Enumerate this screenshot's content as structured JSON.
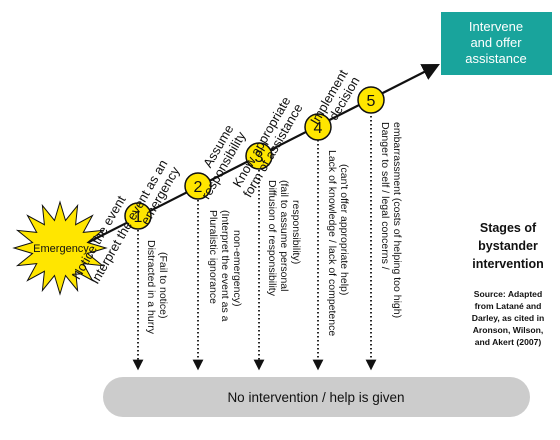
{
  "emergency": {
    "label": "Emergency",
    "color": "#ffe600"
  },
  "final_box": {
    "lines": [
      "Intervene",
      "and offer",
      "assistance"
    ],
    "color": "#19a49c"
  },
  "stages": [
    {
      "number": "1",
      "lines": [
        "Notice the event"
      ]
    },
    {
      "number": "2",
      "lines": [
        "Interpret the event as an",
        "emergency"
      ]
    },
    {
      "number": "3",
      "lines": [
        "Assume",
        "responsibility"
      ]
    },
    {
      "number": "4",
      "lines": [
        "Know appropriate",
        "form of assistance"
      ]
    },
    {
      "number": "5",
      "lines": [
        "Implement",
        "decision"
      ]
    }
  ],
  "barriers": [
    {
      "lines": [
        "Distracted in a hurry",
        "(Fail to notice)"
      ]
    },
    {
      "lines": [
        "Pluralistic ignorance",
        "(Interpret the event as a",
        "non-emergency)"
      ]
    },
    {
      "lines": [
        "Diffusion of responsibility",
        "(fail to assume personal",
        "responsibility)"
      ]
    },
    {
      "lines": [
        "Lack of knowledge / lack of competence",
        "(can't offer appropriate help)"
      ]
    },
    {
      "lines": [
        "Danger to self / legal concerns /",
        "embarrassment (costs of helping too high)"
      ]
    }
  ],
  "outcome": {
    "label": "No intervention / help is given",
    "color": "#cccccc"
  },
  "title": {
    "lines": [
      "Stages of",
      "bystander",
      "intervention"
    ]
  },
  "source": {
    "lines": [
      "Source: Adapted",
      "from Latané and",
      "Darley, as cited in",
      "Aronson, Wilson,",
      "and Akert (2007)"
    ]
  },
  "colors": {
    "circle": "#ffe600",
    "line": "#111111"
  }
}
